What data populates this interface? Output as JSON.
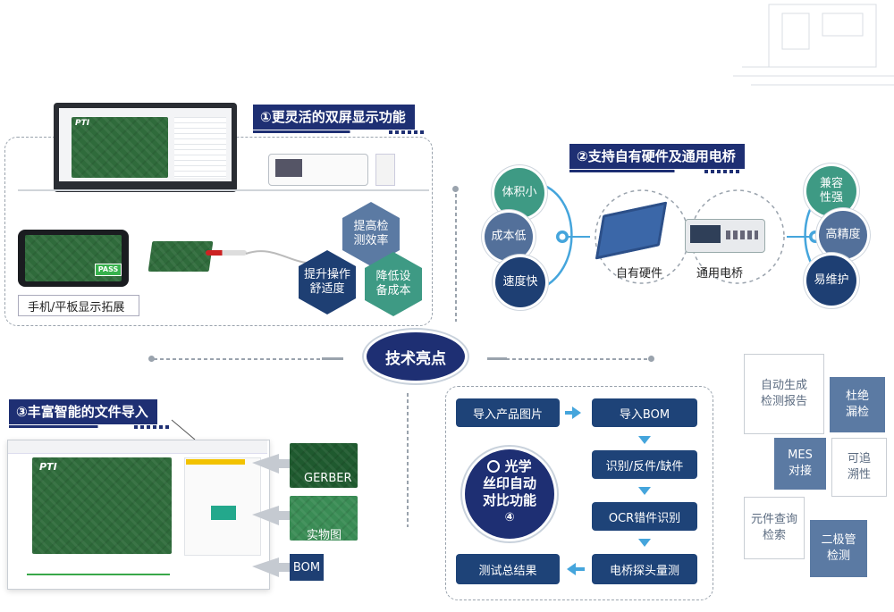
{
  "center": {
    "label": "技术亮点"
  },
  "section1": {
    "title": "①更灵活的双屏显示功能",
    "mobile_caption": "手机/平板显示拓展",
    "pass_badge": "PASS",
    "logo": "PTI",
    "hexes": [
      "提高检测效率",
      "提升操作舒适度",
      "降低设备成本"
    ]
  },
  "section2": {
    "title": "②支持自有硬件及通用电桥",
    "left_circles": [
      "体积小",
      "成本低",
      "速度快"
    ],
    "right_circles": [
      "兼容性强",
      "高精度",
      "易维护"
    ],
    "device_labels": [
      "自有硬件",
      "通用电桥"
    ]
  },
  "section3": {
    "title": "③丰富智能的文件导入",
    "logo": "PTI",
    "sources": [
      "GERBER",
      "实物图",
      "BOM"
    ]
  },
  "section4": {
    "badge_lines": [
      "光学",
      "丝印自动",
      "对比功能",
      "④"
    ],
    "flow": {
      "import_image": "导入产品图片",
      "import_bom": "导入BOM",
      "identify": "识别/反件/缺件",
      "ocr": "OCR错件识别",
      "probe": "电桥探头量测",
      "summary": "测试总结果"
    }
  },
  "features": [
    "自动生成检测报告",
    "杜绝漏检",
    "MES对接",
    "可追溯性",
    "元件查询检索",
    "二极管检测"
  ],
  "colors": {
    "navy": "#1e2f73",
    "teal": "#3e9a84",
    "slate": "#53709a",
    "flow": "#1e4378",
    "arrow": "#45a5dc"
  }
}
